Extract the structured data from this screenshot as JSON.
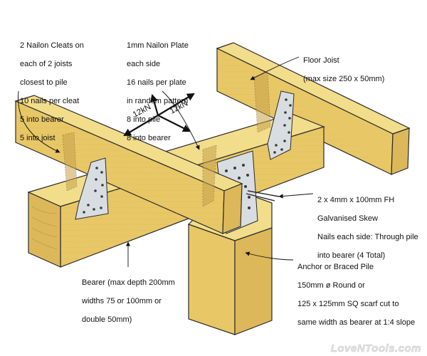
{
  "annotations": {
    "cleats": {
      "lines": [
        "2 Nailon Cleats on",
        "each of 2 joists",
        "closest to pile",
        "10 nails per cleat",
        "5 into bearer",
        "5 into joist"
      ]
    },
    "plate": {
      "lines": [
        "1mm Nailon Plate",
        "each side",
        "16 nails per plate",
        "in random pattern",
        "8 into pile",
        "8 into bearer"
      ]
    },
    "joist": {
      "lines": [
        "Floor Joist",
        "(max size 250 x 50mm)"
      ]
    },
    "skew_nails": {
      "lines": [
        "2 x 4mm x 100mm FH",
        "Galvanised Skew",
        "Nails each side: Through pile",
        "into bearer (4 Total)"
      ]
    },
    "pile": {
      "lines": [
        "Anchor or Braced Pile",
        "150mm ø Round or",
        "125 x 125mm SQ scarf cut to",
        "same width as bearer at 1:4 slope"
      ]
    },
    "bearer": {
      "lines": [
        "Bearer (max depth 200mm",
        "widths 75 or 100mm or",
        "double 50mm)"
      ]
    }
  },
  "forces": {
    "left": "12kN",
    "right": "12kN"
  },
  "watermark": "LoveNTools.com",
  "colors": {
    "timber_top": "#f2dd8a",
    "timber_side": "#e8c766",
    "timber_dark": "#d4ab48",
    "end_grain": "#dcb85a",
    "outline": "#2a2a2a",
    "metal": "#d8dde2",
    "metal_dark": "#9aa3ab"
  }
}
